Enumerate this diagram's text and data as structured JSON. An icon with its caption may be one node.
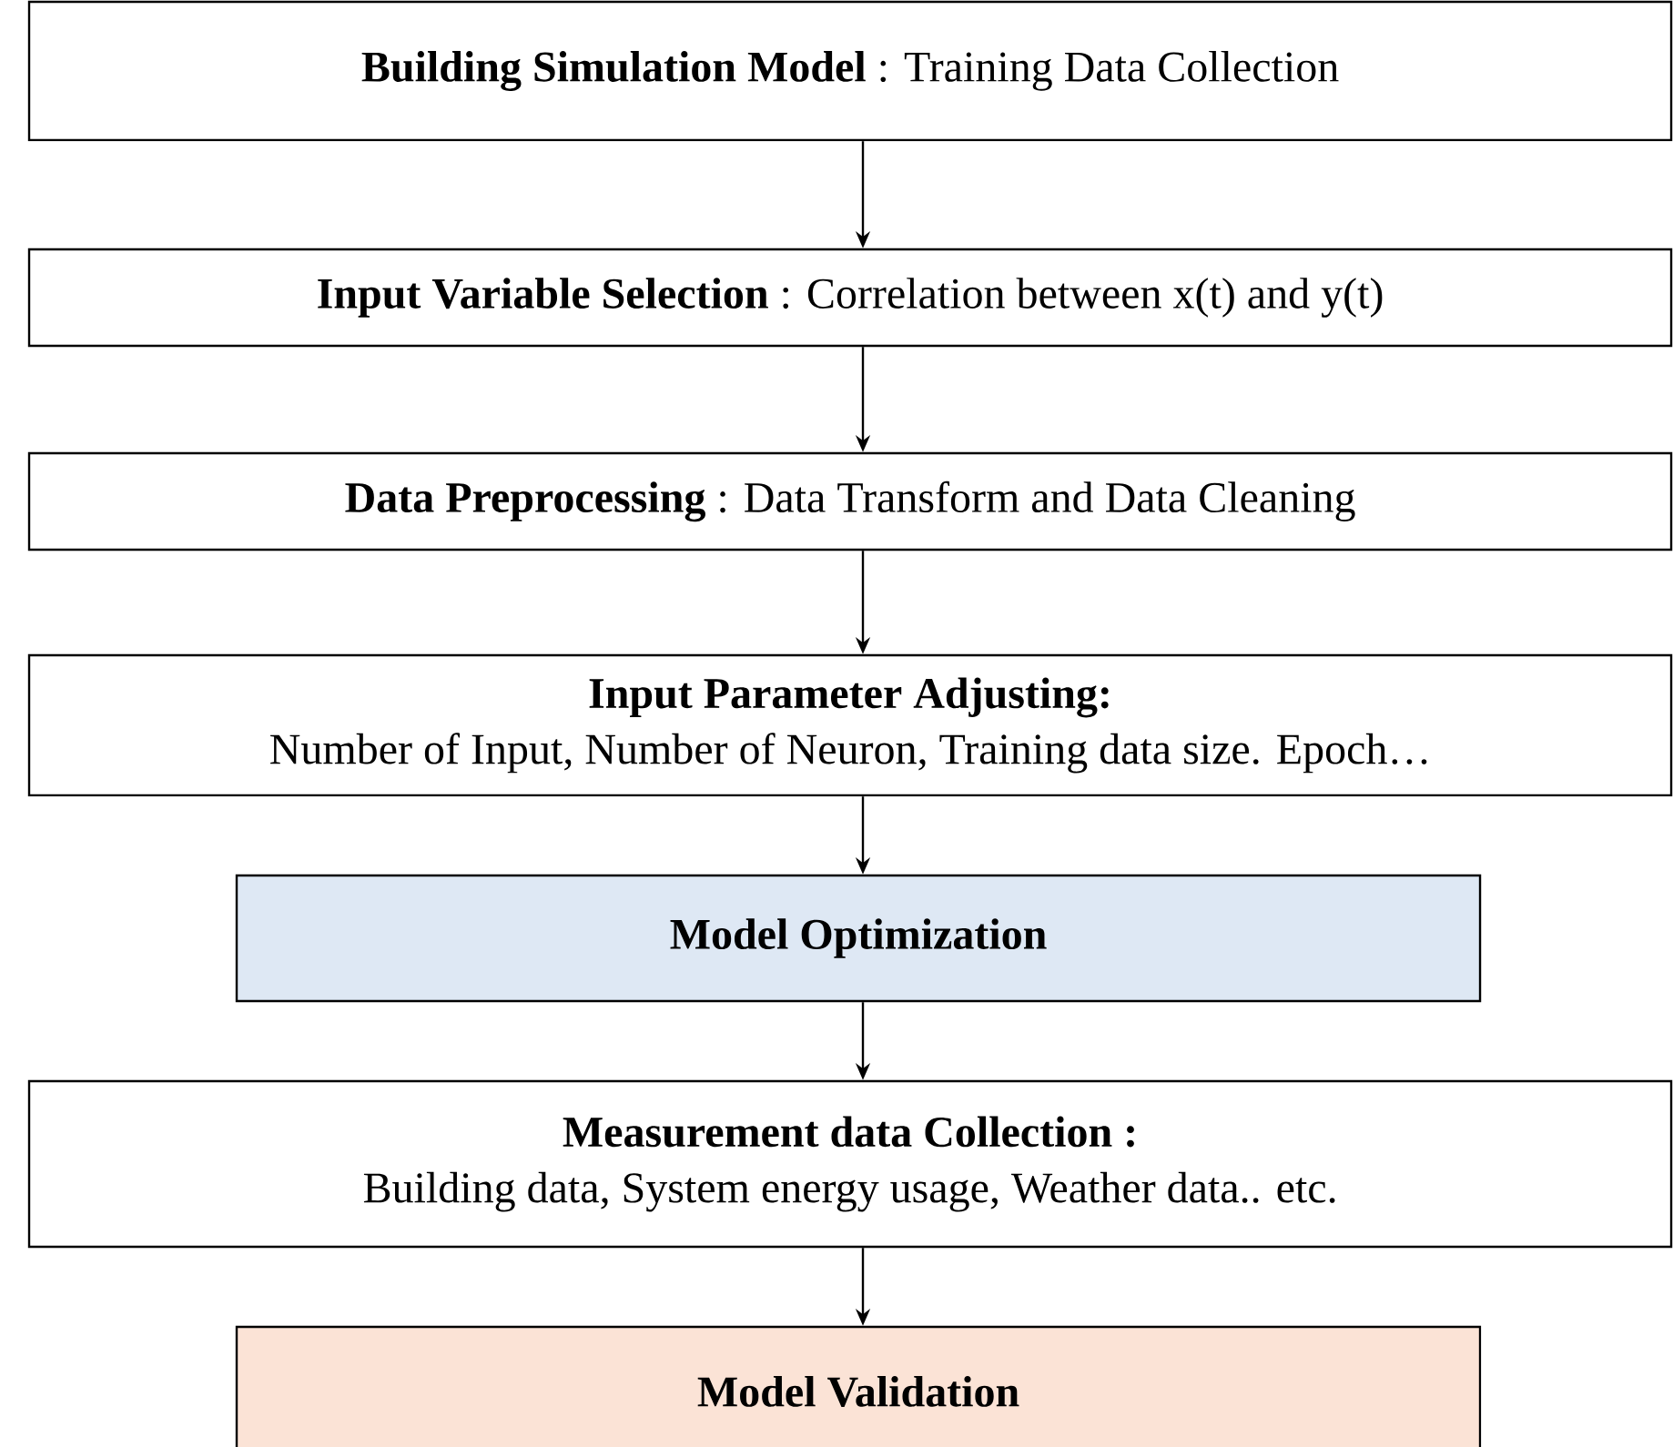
{
  "diagram": {
    "nodes": [
      {
        "text": [
          "**Building Simulation Model** : Training Data Collection"
        ]
      },
      {
        "text": [
          "**Input Variable Selection** : Correlation between x(t) and y(t)"
        ]
      },
      {
        "text": [
          "**Data Preprocessing** : Data Transform and Data Cleaning"
        ]
      },
      {
        "text": [
          "Input Parameter Adjusting:",
          "Number of Input, Number of Neuron, Training data size. Epoch…"
        ]
      },
      {
        "text": [
          "Model Optimization"
        ]
      },
      {
        "text": [
          "Measurement data Collection :",
          "Building data, System energy usage, Weather data.. etc."
        ]
      },
      {
        "text": [
          "Model Validation"
        ]
      }
    ],
    "edges": [
      {
        "from": 0,
        "to": 1,
        "arrow": "to"
      },
      {
        "from": 1,
        "to": 2,
        "arrow": "to"
      },
      {
        "from": 2,
        "to": 3,
        "arrow": "to"
      },
      {
        "from": 3,
        "to": 4,
        "arrow": "to"
      },
      {
        "from": 4,
        "to": 5,
        "arrow": "to"
      },
      {
        "from": 5,
        "to": 6,
        "arrow": "to"
      }
    ]
  }
}
